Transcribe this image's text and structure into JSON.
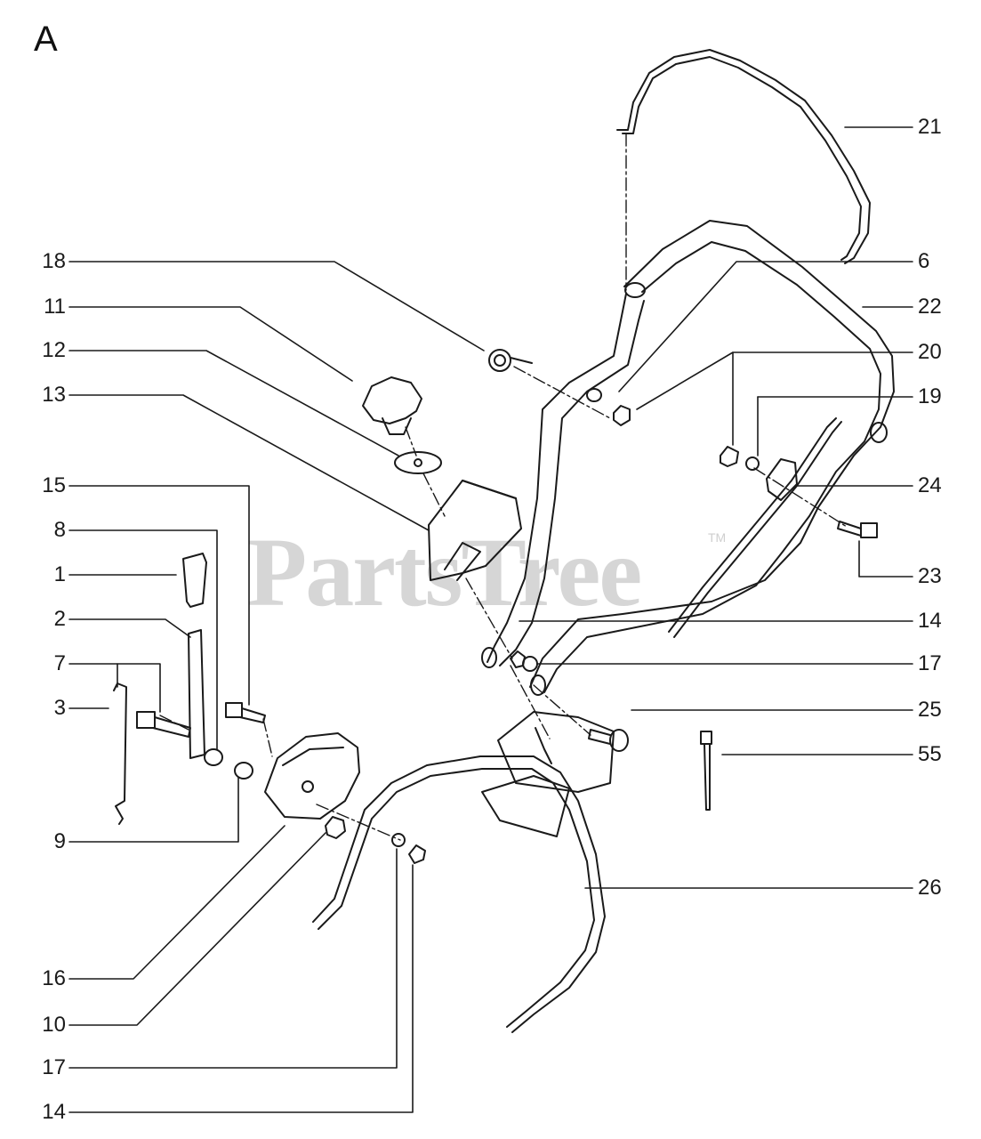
{
  "section_letter": "A",
  "watermark": {
    "text": "PartsTree",
    "tm": "TM"
  },
  "callouts": {
    "left": [
      "18",
      "11",
      "12",
      "13",
      "15",
      "8",
      "1",
      "2",
      "7",
      "3",
      "9",
      "16",
      "10",
      "17",
      "14"
    ],
    "right": [
      "21",
      "6",
      "22",
      "20",
      "19",
      "24",
      "23",
      "14",
      "17",
      "25",
      "55",
      "26"
    ]
  },
  "colors": {
    "line": "#1a1a1a",
    "watermark": "#d6d6d6",
    "background": "#ffffff"
  }
}
